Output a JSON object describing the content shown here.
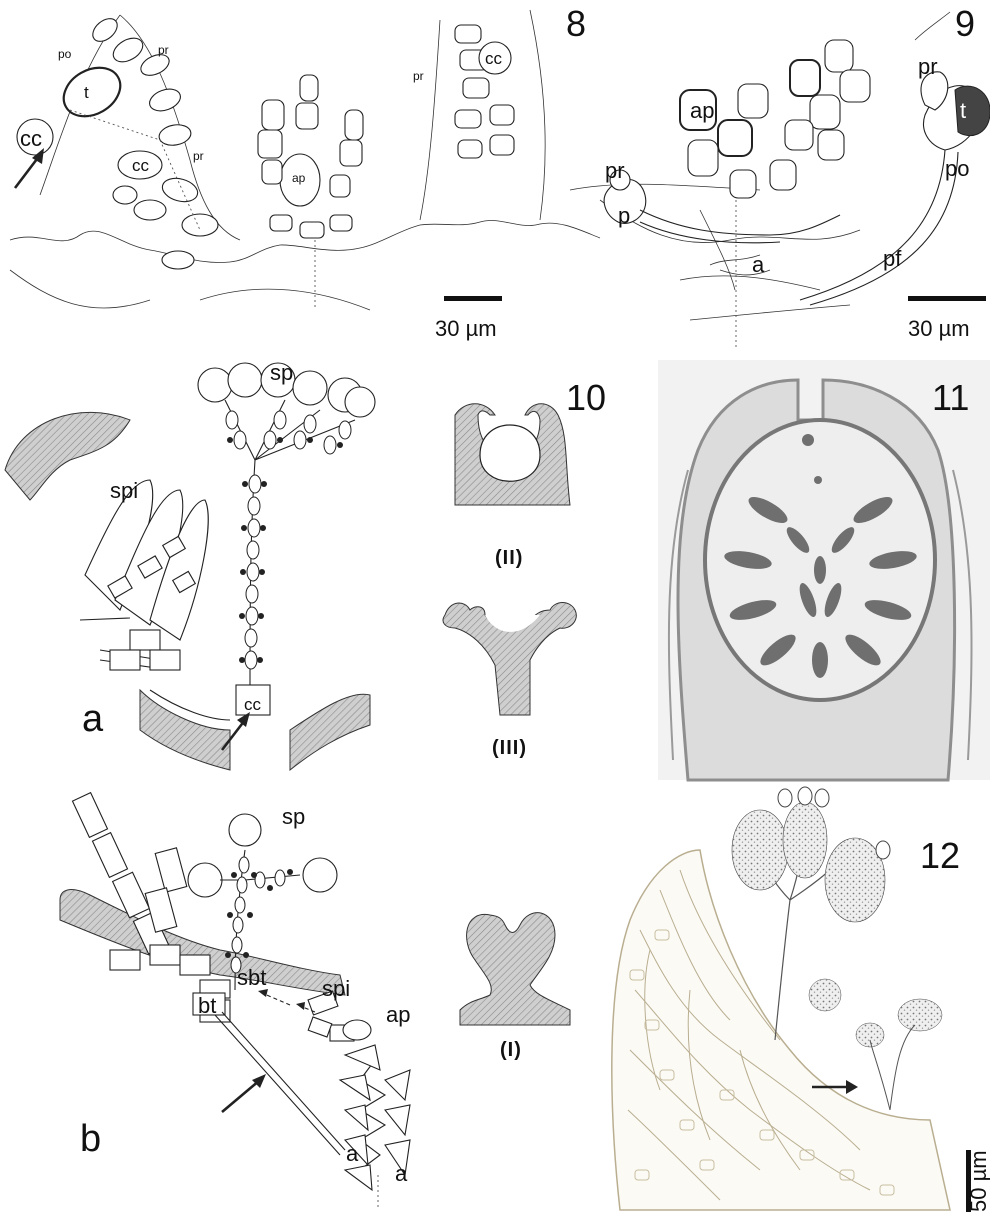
{
  "figures": {
    "fig8": {
      "number": "8",
      "labels": {
        "po": "po",
        "pr": "pr",
        "t": "t",
        "cc": "cc",
        "ap": "ap"
      },
      "scale_text": "30 µm"
    },
    "fig9": {
      "number": "9",
      "labels": {
        "pr": "pr",
        "ap": "ap",
        "p": "p",
        "a": "a",
        "t": "t",
        "po": "po",
        "pf": "pf"
      },
      "scale_text": "30 µm"
    },
    "fig10": {
      "number": "10",
      "panel_a": "a",
      "panel_b": "b",
      "labels": {
        "sp": "sp",
        "spi": "spi",
        "cc": "cc",
        "sbt": "sbt",
        "bt": "bt",
        "ap": "ap",
        "a": "a"
      },
      "stages": [
        "(II)",
        "(III)",
        "(I)"
      ]
    },
    "fig11": {
      "number": "11"
    },
    "fig12": {
      "number": "12",
      "scale_text": "50 µm"
    }
  }
}
